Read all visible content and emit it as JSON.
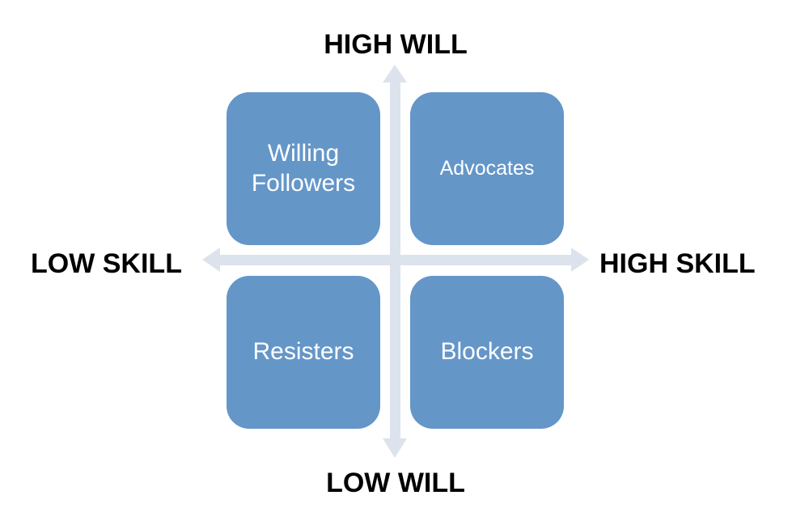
{
  "axes": {
    "top": "HIGH WILL",
    "bottom": "LOW WILL",
    "left": "LOW SKILL",
    "right": "HIGH SKILL"
  },
  "quadrants": {
    "top_left": "Willing\nFollowers",
    "top_right": "Advocates",
    "bottom_left": "Resisters",
    "bottom_right": "Blockers"
  },
  "colors": {
    "box_fill": "#6496c8",
    "arrow": "#dce3ec",
    "box_text": "#ffffff",
    "label_text": "#000000"
  }
}
